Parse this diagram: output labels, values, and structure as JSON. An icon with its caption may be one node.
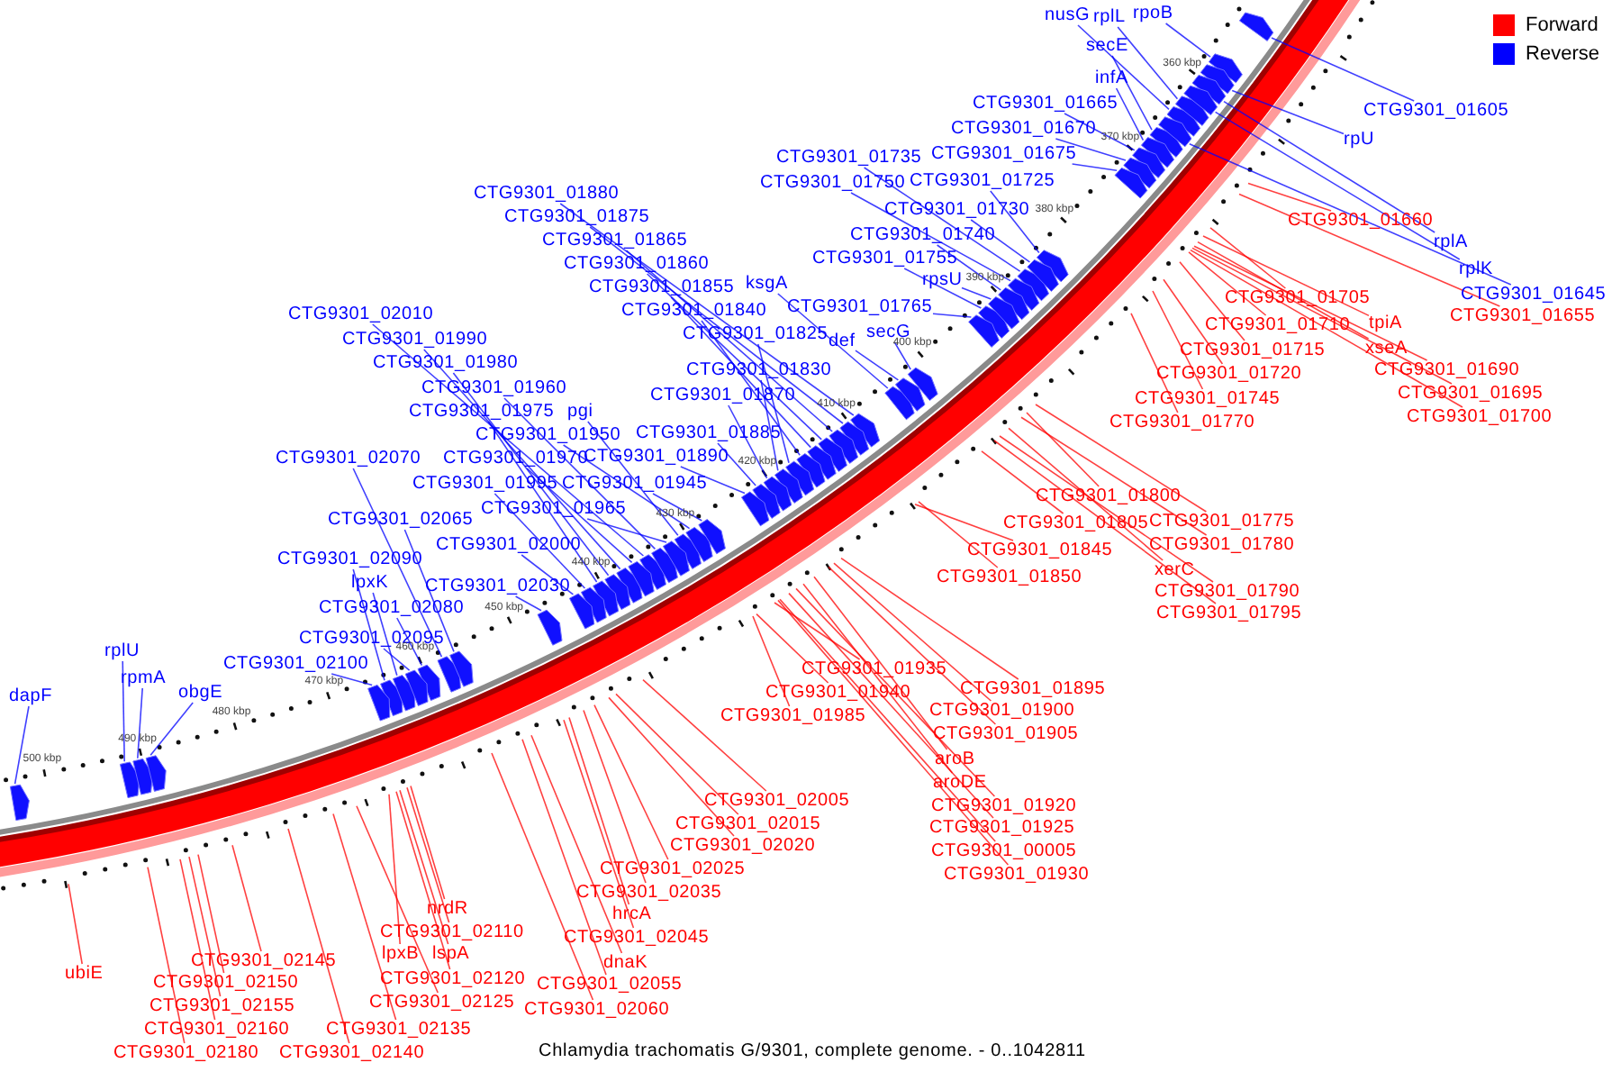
{
  "diagram": {
    "caption": "Chlamydia trachomatis G/9301, complete genome. - 0..1042811",
    "nodes": [
      {
        "text": [
          "nusG"
        ]
      },
      {
        "text": [
          "rplL"
        ]
      },
      {
        "text": [
          "rpoB"
        ]
      },
      {
        "text": [
          "secE"
        ]
      },
      {
        "text": [
          "infA"
        ]
      },
      {
        "text": [
          "CTG9301_01605"
        ]
      },
      {
        "text": [
          "CTG9301_01665"
        ]
      },
      {
        "text": [
          "CTG9301_01670"
        ]
      },
      {
        "text": [
          "rpU"
        ]
      },
      {
        "text": [
          "CTG9301_01675"
        ]
      },
      {
        "text": [
          "CTG9301_01735"
        ]
      },
      {
        "text": [
          "CTG9301_01750"
        ]
      },
      {
        "text": [
          "CTG9301_01725"
        ]
      },
      {
        "text": [
          "CTG9301_01880"
        ]
      },
      {
        "text": [
          "CTG9301_01730"
        ]
      },
      {
        "text": [
          "CTG9301_01660"
        ]
      },
      {
        "text": [
          "CTG9301_01875"
        ]
      },
      {
        "text": [
          "CTG9301_01740"
        ]
      },
      {
        "text": [
          "CTG9301_01865"
        ]
      },
      {
        "text": [
          "rplA"
        ]
      },
      {
        "text": [
          "CTG9301_01755"
        ]
      },
      {
        "text": [
          "CTG9301_01860"
        ]
      },
      {
        "text": [
          "rplK"
        ]
      },
      {
        "text": [
          "rpsU"
        ]
      },
      {
        "text": [
          "ksgA"
        ]
      },
      {
        "text": [
          "CTG9301_01855"
        ]
      },
      {
        "text": [
          "CTG9301_01645"
        ]
      },
      {
        "text": [
          "CTG9301_01705"
        ]
      },
      {
        "text": [
          "CTG9301_01765"
        ]
      },
      {
        "text": [
          "CTG9301_01840"
        ]
      },
      {
        "text": [
          "CTG9301_02010"
        ]
      },
      {
        "text": [
          "CTG9301_01655"
        ]
      },
      {
        "text": [
          "tpiA"
        ]
      },
      {
        "text": [
          "CTG9301_01710"
        ]
      },
      {
        "text": [
          "secG"
        ]
      },
      {
        "text": [
          "CTG9301_01825"
        ]
      },
      {
        "text": [
          "CTG9301_01990"
        ]
      },
      {
        "text": [
          "def"
        ]
      },
      {
        "text": [
          "xseA"
        ]
      },
      {
        "text": [
          "CTG9301_01715"
        ]
      },
      {
        "text": [
          "CTG9301_01980"
        ]
      },
      {
        "text": [
          "CTG9301_01830"
        ]
      },
      {
        "text": [
          "CTG9301_01690"
        ]
      },
      {
        "text": [
          "CTG9301_01720"
        ]
      },
      {
        "text": [
          "CTG9301_01960"
        ]
      },
      {
        "text": [
          "CTG9301_01695"
        ]
      },
      {
        "text": [
          "CTG9301_01870"
        ]
      },
      {
        "text": [
          "CTG9301_01745"
        ]
      },
      {
        "text": [
          "CTG9301_01975"
        ]
      },
      {
        "text": [
          "pgi"
        ]
      },
      {
        "text": [
          "CTG9301_01700"
        ]
      },
      {
        "text": [
          "CTG9301_01770"
        ]
      },
      {
        "text": [
          "CTG9301_01885"
        ]
      },
      {
        "text": [
          "CTG9301_01950"
        ]
      },
      {
        "text": [
          "CTG9301_02070"
        ]
      },
      {
        "text": [
          "CTG9301_01970"
        ]
      },
      {
        "text": [
          "CTG9301_01890"
        ]
      },
      {
        "text": [
          "CTG9301_01995"
        ]
      },
      {
        "text": [
          "CTG9301_01945"
        ]
      },
      {
        "text": [
          "CTG9301_01800"
        ]
      },
      {
        "text": [
          "CTG9301_01965"
        ]
      },
      {
        "text": [
          "CTG9301_02065"
        ]
      },
      {
        "text": [
          "CTG9301_01775"
        ]
      },
      {
        "text": [
          "CTG9301_01805"
        ]
      },
      {
        "text": [
          "CTG9301_02000"
        ]
      },
      {
        "text": [
          "CTG9301_01780"
        ]
      },
      {
        "text": [
          "CTG9301_01845"
        ]
      },
      {
        "text": [
          "CTG9301_02090"
        ]
      },
      {
        "text": [
          "xerC"
        ]
      },
      {
        "text": [
          "CTG9301_01850"
        ]
      },
      {
        "text": [
          "lpxK"
        ]
      },
      {
        "text": [
          "CTG9301_02030"
        ]
      },
      {
        "text": [
          "CTG9301_01790"
        ]
      },
      {
        "text": [
          "CTG9301_02080"
        ]
      },
      {
        "text": [
          "CTG9301_01795"
        ]
      },
      {
        "text": [
          "CTG9301_02095"
        ]
      },
      {
        "text": [
          "rplU"
        ]
      },
      {
        "text": [
          "CTG9301_02100"
        ]
      },
      {
        "text": [
          "CTG9301_01935"
        ]
      },
      {
        "text": [
          "rpmA"
        ]
      },
      {
        "text": [
          "CTG9301_01895"
        ]
      },
      {
        "text": [
          "obgE"
        ]
      },
      {
        "text": [
          "CTG9301_01940"
        ]
      },
      {
        "text": [
          "dapF"
        ]
      },
      {
        "text": [
          "CTG9301_01900"
        ]
      },
      {
        "text": [
          "CTG9301_01985"
        ]
      },
      {
        "text": [
          "CTG9301_01905"
        ]
      },
      {
        "text": [
          "aroB"
        ]
      },
      {
        "text": [
          "aroDE"
        ]
      },
      {
        "text": [
          "CTG9301_02005"
        ]
      },
      {
        "text": [
          "CTG9301_01920"
        ]
      },
      {
        "text": [
          "CTG9301_02015"
        ]
      },
      {
        "text": [
          "CTG9301_01925"
        ]
      },
      {
        "text": [
          "CTG9301_02020"
        ]
      },
      {
        "text": [
          "CTG9301_00005"
        ]
      },
      {
        "text": [
          "CTG9301_02025"
        ]
      },
      {
        "text": [
          "CTG9301_01930"
        ]
      },
      {
        "text": [
          "CTG9301_02035"
        ]
      },
      {
        "text": [
          "nrdR"
        ]
      },
      {
        "text": [
          "CTG9301_02110"
        ]
      },
      {
        "text": [
          "hrcA"
        ]
      },
      {
        "text": [
          "CTG9301_02045"
        ]
      },
      {
        "text": [
          "lpxB"
        ]
      },
      {
        "text": [
          "lspA"
        ]
      },
      {
        "text": [
          "CTG9301_02145"
        ]
      },
      {
        "text": [
          "dnaK"
        ]
      },
      {
        "text": [
          "ubiE"
        ]
      },
      {
        "text": [
          "CTG9301_02120"
        ]
      },
      {
        "text": [
          "CTG9301_02150"
        ]
      },
      {
        "text": [
          "CTG9301_02055"
        ]
      },
      {
        "text": [
          "CTG9301_02125"
        ]
      },
      {
        "text": [
          "CTG9301_02155"
        ]
      },
      {
        "text": [
          "CTG9301_02060"
        ]
      },
      {
        "text": [
          "CTG9301_02135"
        ]
      },
      {
        "text": [
          "CTG9301_02160"
        ]
      },
      {
        "text": [
          "CTG9301_02140"
        ]
      },
      {
        "text": [
          "CTG9301_02180"
        ]
      },
      {
        "text": [],
        "shape": "arrow"
      },
      {
        "text": [],
        "shape": "arrow"
      },
      {
        "text": [],
        "shape": "arrow"
      },
      {
        "text": [],
        "shape": "arrow"
      },
      {
        "text": [],
        "shape": "arrow"
      },
      {
        "text": [],
        "shape": "arrow"
      },
      {
        "text": [],
        "shape": "arrow"
      },
      {
        "text": [],
        "shape": "arrow"
      },
      {
        "text": [],
        "shape": "arrow"
      },
      {
        "text": [],
        "shape": "arrow"
      },
      {
        "text": [],
        "shape": "arrow"
      },
      {
        "text": [],
        "shape": "arrow"
      },
      {
        "text": [],
        "shape": "arrow"
      },
      {
        "text": [],
        "shape": "arrow"
      },
      {
        "text": [],
        "shape": "arrow"
      },
      {
        "text": [],
        "shape": "arrow"
      },
      {
        "text": [],
        "shape": "arrow"
      },
      {
        "text": [],
        "shape": "arrow"
      },
      {
        "text": [],
        "shape": "arrow"
      },
      {
        "text": [],
        "shape": "arrow"
      },
      {
        "text": [],
        "shape": "arrow"
      },
      {
        "text": [],
        "shape": "arrow"
      },
      {
        "text": [],
        "shape": "arrow"
      },
      {
        "text": [],
        "shape": "arrow"
      },
      {
        "text": [],
        "shape": "arrow"
      },
      {
        "text": [],
        "shape": "arrow"
      },
      {
        "text": [],
        "shape": "arrow"
      },
      {
        "text": [],
        "shape": "arrow"
      },
      {
        "text": [],
        "shape": "arrow"
      },
      {
        "text": [],
        "shape": "arrow"
      },
      {
        "text": [],
        "shape": "arrow"
      },
      {
        "text": [],
        "shape": "arrow"
      },
      {
        "text": [],
        "shape": "arrow"
      },
      {
        "text": [],
        "shape": "arrow"
      },
      {
        "text": [],
        "shape": "arrow"
      },
      {
        "text": [],
        "shape": "arrow"
      },
      {
        "text": [],
        "shape": "arrow"
      },
      {
        "text": [],
        "shape": "arrow"
      },
      {
        "text": [],
        "shape": "arrow"
      },
      {
        "text": [],
        "shape": "arrow"
      },
      {
        "text": [],
        "shape": "arrow"
      },
      {
        "text": [],
        "shape": "arrow"
      },
      {
        "text": [],
        "shape": "arrow"
      },
      {
        "text": [],
        "shape": "arrow"
      },
      {
        "text": [],
        "shape": "arrow"
      },
      {
        "text": [],
        "shape": "arrow"
      },
      {
        "text": [],
        "shape": "arrow"
      },
      {
        "text": [],
        "shape": "arrow"
      },
      {
        "text": [],
        "shape": "arrow"
      },
      {
        "text": [],
        "shape": "arrow"
      },
      {
        "text": [],
        "shape": "arrow"
      },
      {
        "text": [],
        "shape": "arrow"
      },
      {
        "text": [],
        "shape": "arrow"
      },
      {
        "text": [],
        "shape": "arrow"
      },
      {
        "text": [],
        "shape": "arrow"
      },
      {
        "text": [],
        "shape": "arrow"
      },
      {
        "text": [],
        "shape": "arrow"
      },
      {
        "text": [],
        "shape": "arrow"
      },
      {
        "text": [],
        "shape": "arrow"
      }
    ],
    "edges": [
      {
        "from": 0,
        "to": 117,
        "arrow": "none"
      },
      {
        "from": 1,
        "to": 118,
        "arrow": "none"
      },
      {
        "from": 2,
        "to": 119,
        "arrow": "none"
      },
      {
        "from": 3,
        "to": 120,
        "arrow": "none"
      },
      {
        "from": 4,
        "to": 121,
        "arrow": "none"
      },
      {
        "from": 5,
        "to": 122,
        "arrow": "none"
      },
      {
        "from": 6,
        "to": 123,
        "arrow": "none"
      },
      {
        "from": 7,
        "to": 124,
        "arrow": "none"
      },
      {
        "from": 8,
        "to": 125,
        "arrow": "none"
      },
      {
        "from": 9,
        "to": 126,
        "arrow": "none"
      },
      {
        "from": 10,
        "to": 127,
        "arrow": "none"
      },
      {
        "from": 11,
        "to": 128,
        "arrow": "none"
      },
      {
        "from": 12,
        "to": 129,
        "arrow": "none"
      },
      {
        "from": 13,
        "to": 130,
        "arrow": "none"
      },
      {
        "from": 14,
        "to": 131,
        "arrow": "none"
      },
      {
        "from": 15,
        "to": null,
        "arrow": "none",
        "color": "#ff0000"
      },
      {
        "from": 16,
        "to": 132,
        "arrow": "none"
      },
      {
        "from": 17,
        "to": 133,
        "arrow": "none"
      },
      {
        "from": 18,
        "to": 134,
        "arrow": "none"
      },
      {
        "from": 19,
        "to": 135,
        "arrow": "none"
      },
      {
        "from": 20,
        "to": 136,
        "arrow": "none"
      },
      {
        "from": 21,
        "to": 137,
        "arrow": "none"
      },
      {
        "from": 22,
        "to": 138,
        "arrow": "none"
      },
      {
        "from": 23,
        "to": 139,
        "arrow": "none"
      },
      {
        "from": 24,
        "to": 140,
        "arrow": "none"
      },
      {
        "from": 25,
        "to": 141,
        "arrow": "none"
      },
      {
        "from": 26,
        "to": 142,
        "arrow": "none"
      },
      {
        "from": 27,
        "to": null,
        "arrow": "none",
        "color": "#ff0000"
      },
      {
        "from": 28,
        "to": 143,
        "arrow": "none"
      },
      {
        "from": 29,
        "to": 144,
        "arrow": "none"
      },
      {
        "from": 30,
        "to": 145,
        "arrow": "none"
      },
      {
        "from": 31,
        "to": null,
        "arrow": "none",
        "color": "#ff0000"
      },
      {
        "from": 32,
        "to": null,
        "arrow": "none",
        "color": "#ff0000"
      },
      {
        "from": 33,
        "to": null,
        "arrow": "none",
        "color": "#ff0000"
      },
      {
        "from": 34,
        "to": 146,
        "arrow": "none"
      },
      {
        "from": 35,
        "to": 147,
        "arrow": "none"
      },
      {
        "from": 36,
        "to": 148,
        "arrow": "none"
      },
      {
        "from": 37,
        "to": 149,
        "arrow": "none"
      },
      {
        "from": 38,
        "to": null,
        "arrow": "none",
        "color": "#ff0000"
      },
      {
        "from": 39,
        "to": null,
        "arrow": "none",
        "color": "#ff0000"
      },
      {
        "from": 40,
        "to": 150,
        "arrow": "none"
      },
      {
        "from": 41,
        "to": 151,
        "arrow": "none"
      },
      {
        "from": 42,
        "to": null,
        "arrow": "none",
        "color": "#ff0000"
      },
      {
        "from": 43,
        "to": null,
        "arrow": "none",
        "color": "#ff0000"
      },
      {
        "from": 44,
        "to": 152,
        "arrow": "none"
      },
      {
        "from": 45,
        "to": null,
        "arrow": "none",
        "color": "#ff0000"
      },
      {
        "from": 46,
        "to": 153,
        "arrow": "none"
      },
      {
        "from": 47,
        "to": null,
        "arrow": "none",
        "color": "#ff0000"
      },
      {
        "from": 48,
        "to": 154,
        "arrow": "none"
      },
      {
        "from": 49,
        "to": 155,
        "arrow": "none"
      },
      {
        "from": 50,
        "to": null,
        "arrow": "none",
        "color": "#ff0000"
      },
      {
        "from": 51,
        "to": null,
        "arrow": "none",
        "color": "#ff0000"
      },
      {
        "from": 52,
        "to": 156,
        "arrow": "none"
      },
      {
        "from": 53,
        "to": 157,
        "arrow": "none"
      },
      {
        "from": 54,
        "to": 158,
        "arrow": "none"
      },
      {
        "from": 55,
        "to": 159,
        "arrow": "none"
      },
      {
        "from": 56,
        "to": 160,
        "arrow": "none"
      },
      {
        "from": 57,
        "to": 161,
        "arrow": "none"
      },
      {
        "from": 58,
        "to": 162,
        "arrow": "none"
      },
      {
        "from": 59,
        "to": null,
        "arrow": "none",
        "color": "#ff0000"
      },
      {
        "from": 60,
        "to": 163,
        "arrow": "none"
      },
      {
        "from": 61,
        "to": 164,
        "arrow": "none"
      },
      {
        "from": 62,
        "to": null,
        "arrow": "none",
        "color": "#ff0000"
      },
      {
        "from": 63,
        "to": null,
        "arrow": "none",
        "color": "#ff0000"
      },
      {
        "from": 64,
        "to": 165,
        "arrow": "none"
      },
      {
        "from": 65,
        "to": null,
        "arrow": "none",
        "color": "#ff0000"
      },
      {
        "from": 66,
        "to": null,
        "arrow": "none",
        "color": "#ff0000"
      },
      {
        "from": 67,
        "to": 166,
        "arrow": "none"
      },
      {
        "from": 68,
        "to": null,
        "arrow": "none",
        "color": "#ff0000"
      },
      {
        "from": 69,
        "to": null,
        "arrow": "none",
        "color": "#ff0000"
      },
      {
        "from": 70,
        "to": 167,
        "arrow": "none"
      },
      {
        "from": 71,
        "to": 168,
        "arrow": "none"
      },
      {
        "from": 72,
        "to": null,
        "arrow": "none",
        "color": "#ff0000"
      },
      {
        "from": 73,
        "to": 169,
        "arrow": "none"
      },
      {
        "from": 74,
        "to": null,
        "arrow": "none",
        "color": "#ff0000"
      },
      {
        "from": 75,
        "to": 170,
        "arrow": "none"
      },
      {
        "from": 76,
        "to": 171,
        "arrow": "none"
      },
      {
        "from": 77,
        "to": 172,
        "arrow": "none"
      },
      {
        "from": 78,
        "to": null,
        "arrow": "none",
        "color": "#ff0000"
      },
      {
        "from": 79,
        "to": 173,
        "arrow": "none"
      },
      {
        "from": 80,
        "to": null,
        "arrow": "none",
        "color": "#ff0000"
      },
      {
        "from": 81,
        "to": 174,
        "arrow": "none"
      },
      {
        "from": 82,
        "to": null,
        "arrow": "none",
        "color": "#ff0000"
      },
      {
        "from": 83,
        "to": 175,
        "arrow": "none"
      },
      {
        "from": 84,
        "to": null,
        "arrow": "none",
        "color": "#ff0000"
      },
      {
        "from": 85,
        "to": null,
        "arrow": "none",
        "color": "#ff0000"
      },
      {
        "from": 86,
        "to": null,
        "arrow": "none",
        "color": "#ff0000"
      },
      {
        "from": 87,
        "to": null,
        "arrow": "none",
        "color": "#ff0000"
      },
      {
        "from": 88,
        "to": null,
        "arrow": "none",
        "color": "#ff0000"
      },
      {
        "from": 89,
        "to": null,
        "arrow": "none",
        "color": "#ff0000"
      },
      {
        "from": 90,
        "to": null,
        "arrow": "none",
        "color": "#ff0000"
      },
      {
        "from": 91,
        "to": null,
        "arrow": "none",
        "color": "#ff0000"
      },
      {
        "from": 92,
        "to": null,
        "arrow": "none",
        "color": "#ff0000"
      },
      {
        "from": 93,
        "to": null,
        "arrow": "none",
        "color": "#ff0000"
      },
      {
        "from": 94,
        "to": null,
        "arrow": "none",
        "color": "#ff0000"
      },
      {
        "from": 95,
        "to": null,
        "arrow": "none",
        "color": "#ff0000"
      },
      {
        "from": 96,
        "to": null,
        "arrow": "none",
        "color": "#ff0000"
      },
      {
        "from": 97,
        "to": null,
        "arrow": "none",
        "color": "#ff0000"
      },
      {
        "from": 98,
        "to": null,
        "arrow": "none",
        "color": "#ff0000"
      },
      {
        "from": 99,
        "to": null,
        "arrow": "none",
        "color": "#ff0000"
      },
      {
        "from": 100,
        "to": null,
        "arrow": "none",
        "color": "#ff0000"
      },
      {
        "from": 101,
        "to": null,
        "arrow": "none",
        "color": "#ff0000"
      },
      {
        "from": 102,
        "to": null,
        "arrow": "none",
        "color": "#ff0000"
      },
      {
        "from": 103,
        "to": null,
        "arrow": "none",
        "color": "#ff0000"
      },
      {
        "from": 104,
        "to": null,
        "arrow": "none",
        "color": "#ff0000"
      },
      {
        "from": 105,
        "to": null,
        "arrow": "none",
        "color": "#ff0000"
      },
      {
        "from": 106,
        "to": null,
        "arrow": "none",
        "color": "#ff0000"
      },
      {
        "from": 107,
        "to": null,
        "arrow": "none",
        "color": "#ff0000"
      },
      {
        "from": 108,
        "to": null,
        "arrow": "none",
        "color": "#ff0000"
      },
      {
        "from": 109,
        "to": null,
        "arrow": "none",
        "color": "#ff0000"
      },
      {
        "from": 110,
        "to": null,
        "arrow": "none",
        "color": "#ff0000"
      },
      {
        "from": 111,
        "to": null,
        "arrow": "none",
        "color": "#ff0000"
      },
      {
        "from": 112,
        "to": null,
        "arrow": "none",
        "color": "#ff0000"
      },
      {
        "from": 113,
        "to": null,
        "arrow": "none",
        "color": "#ff0000"
      },
      {
        "from": 114,
        "to": null,
        "arrow": "none",
        "color": "#ff0000"
      },
      {
        "from": 115,
        "to": null,
        "arrow": "none",
        "color": "#ff0000"
      },
      {
        "from": 116,
        "to": null,
        "arrow": "none",
        "color": "#ff0000"
      }
    ],
    "labels": [
      "360 kbp",
      "370 kbp",
      "380 kbp",
      "390 kbp",
      "400 kbp",
      "410 kbp",
      "420 kbp",
      "430 kbp",
      "440 kbp",
      "450 kbp",
      "460 kbp",
      "470 kbp",
      "480 kbp",
      "490 kbp",
      "500 kbp"
    ],
    "legend": [
      {
        "text": "Forward",
        "color": "#ff0000"
      },
      {
        "text": "Reverse",
        "color": "#0000ff"
      }
    ]
  }
}
